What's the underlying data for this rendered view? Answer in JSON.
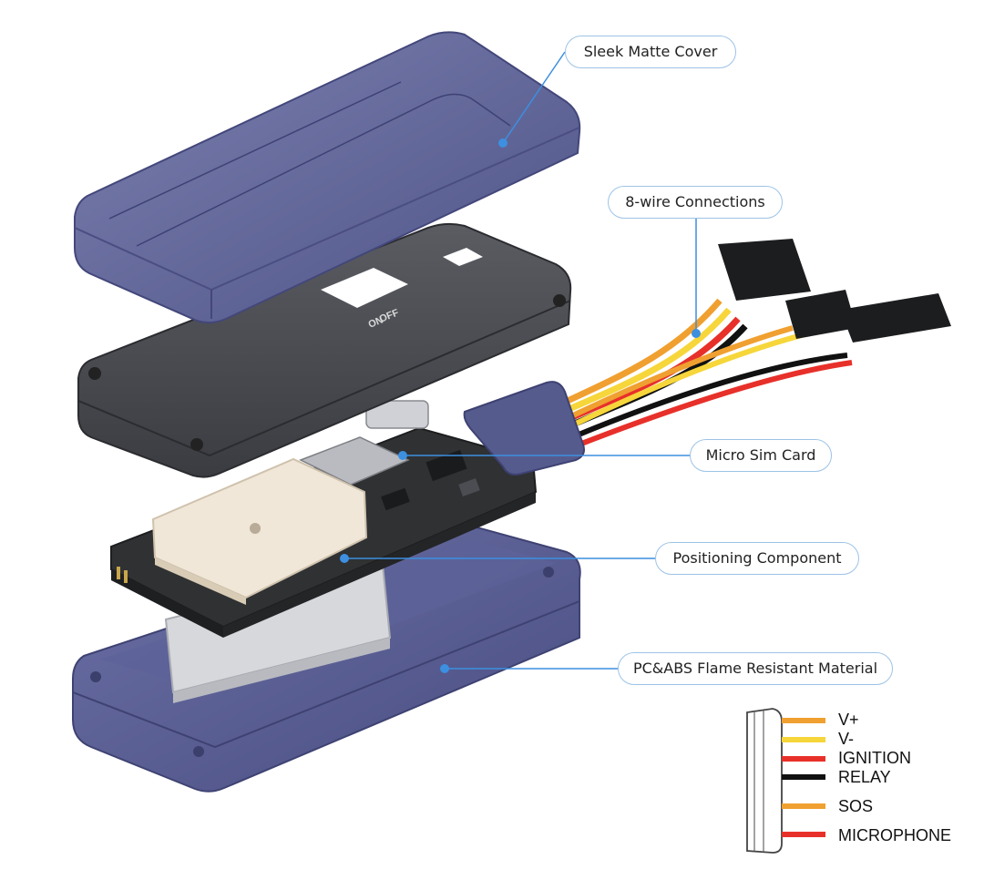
{
  "callouts": {
    "cover": "Sleek Matte Cover",
    "wires": "8-wire Connections",
    "sim": "Micro Sim Card",
    "positioning": "Positioning Component",
    "material": "PC&ABS Flame Resistant Material"
  },
  "board_marks": {
    "switch_off": "OFF",
    "switch_on": "ON"
  },
  "legend": [
    {
      "label": "V+",
      "color": "#f0a030"
    },
    {
      "label": "V-",
      "color": "#f6d63a"
    },
    {
      "label": "IGNITION",
      "color": "#e8302a"
    },
    {
      "label": "RELAY",
      "color": "#111111"
    },
    {
      "label": "SOS",
      "color": "#f0a030"
    },
    {
      "label": "MICROPHONE",
      "color": "#e8302a"
    }
  ],
  "colors": {
    "accent": "#3d8fe0",
    "callout_border": "#9dc3e6",
    "cover": "#5f6496",
    "case": "#565b8e",
    "frame": "#45474c",
    "pcb": "#2f3133"
  }
}
